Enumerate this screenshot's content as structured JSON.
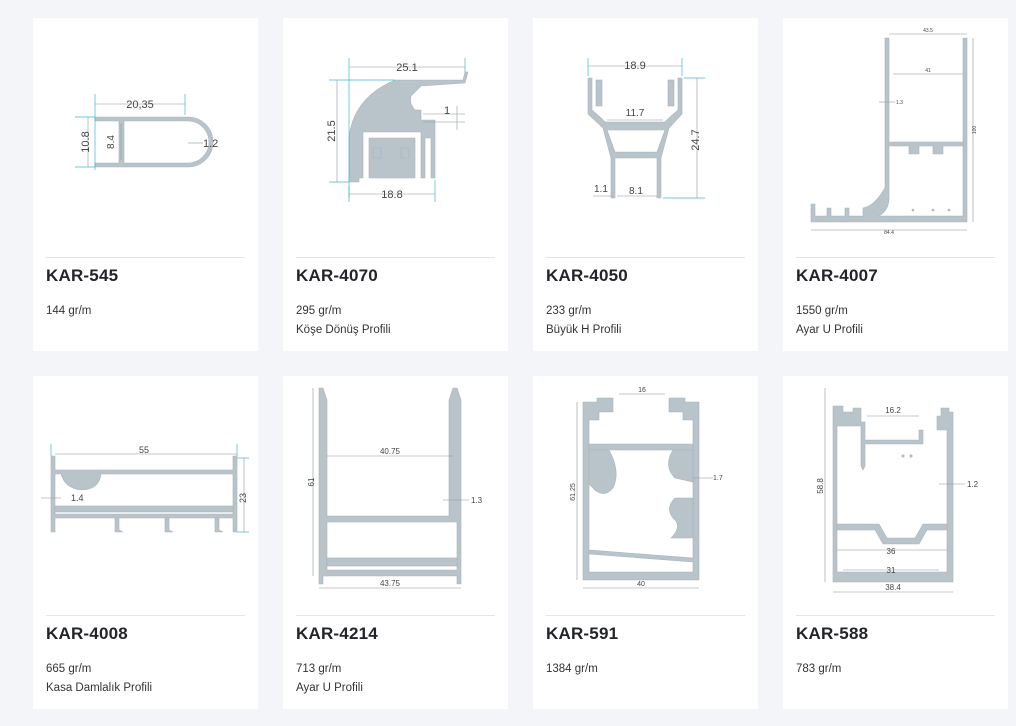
{
  "products": [
    {
      "code": "KAR-545",
      "weight": "144 gr/m",
      "desc": "",
      "dims": [
        "20,35",
        "10.8",
        "8.4",
        "1.2"
      ]
    },
    {
      "code": "KAR-4070",
      "weight": "295 gr/m",
      "desc": "Köşe Dönüş Profili",
      "dims": [
        "25.1",
        "21.5",
        "1",
        "18.8"
      ]
    },
    {
      "code": "KAR-4050",
      "weight": "233 gr/m",
      "desc": "Büyük H Profili",
      "dims": [
        "18.9",
        "11.7",
        "24.7",
        "1.1",
        "8.1"
      ]
    },
    {
      "code": "KAR-4007",
      "weight": "1550 gr/m",
      "desc": "Ayar U Profili",
      "dims": [
        "43.5",
        "41",
        "1.3",
        "100",
        "84.4"
      ]
    },
    {
      "code": "KAR-4008",
      "weight": "665 gr/m",
      "desc": "Kasa Damlalık Profili",
      "dims": [
        "55",
        "1.4",
        "23"
      ]
    },
    {
      "code": "KAR-4214",
      "weight": "713 gr/m",
      "desc": "Ayar U Profili",
      "dims": [
        "40.75",
        "61",
        "1.3",
        "43.75"
      ]
    },
    {
      "code": "KAR-591",
      "weight": "1384 gr/m",
      "desc": "",
      "dims": [
        "16",
        "1.7",
        "61.25",
        "40"
      ]
    },
    {
      "code": "KAR-588",
      "weight": "783 gr/m",
      "desc": "",
      "dims": [
        "16.2",
        "1.2",
        "58.8",
        "36",
        "31",
        "38.4"
      ]
    }
  ]
}
